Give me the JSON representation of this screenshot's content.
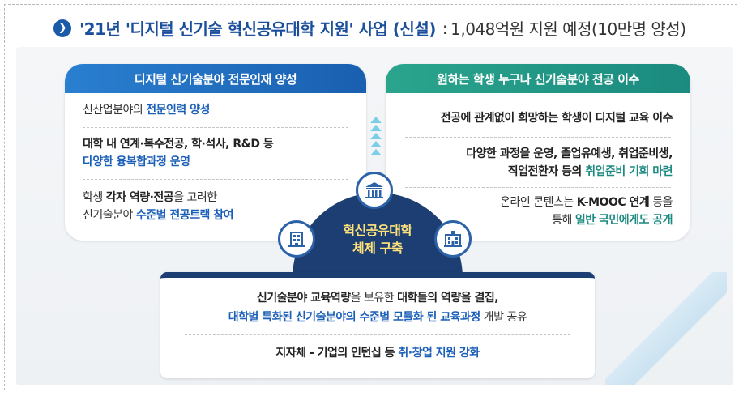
{
  "headline": {
    "bullet_glyph": "❯",
    "title": "'21년 '디지털 신기술 혁신공유대학 지원' 사업 (신설)",
    "separator": ":",
    "subtitle": "1,048억원 지원 예정(10만명 양성)"
  },
  "left_card": {
    "header": "디지털 신기술분야 전문인재 양성",
    "items": [
      {
        "line1_a": "신산업분야의 ",
        "line1_b": "전문인력 양성"
      },
      {
        "line1": "대학 내 연계·복수전공, 학·석사, R&D 등",
        "line2": "다양한 융복합과정 운영"
      },
      {
        "line1_a": "학생 ",
        "line1_b": "각자 역량·전공",
        "line1_c": "을 고려한",
        "line2_a": "신기술분야 ",
        "line2_b": "수준별 전공트랙 참여"
      }
    ]
  },
  "right_card": {
    "header": "원하는 학생 누구나 신기술분야 전공 이수",
    "items": [
      {
        "line1": "전공에 관계없이 희망하는 학생이 디지털 교육 이수"
      },
      {
        "line1": "다양한 과정을 운영, 졸업유예생, 취업준비생,",
        "line2_a": "직업전환자 등의 ",
        "line2_b": "취업준비 기회 마련"
      },
      {
        "line1_a": "온라인 콘텐츠는 ",
        "line1_b": "K-MOOC 연계",
        "line1_c": " 등을",
        "line2_a": "통해 ",
        "line2_b": "일반 국민에게도 공개"
      }
    ]
  },
  "hub": {
    "line1": "혁신공유대학",
    "line2": "체제 구축"
  },
  "bottom_card": {
    "row1_a": "신기술분야 교육역량",
    "row1_b": "을 보유한 ",
    "row1_c": "대학들의 역량을 결집,",
    "row2_a": "대학별 특화된 신기술분야의 수준별 모듈화 된 교육과정",
    "row2_b": " 개발 공유",
    "row3_a": "지자체 - 기업의 인턴십 등 ",
    "row3_b": "취·창업 지원 강화"
  },
  "colors": {
    "left_header": "#1a5fb0",
    "right_header": "#1b8a80",
    "hub": "#1d3e73",
    "hub_text": "#ffe37a",
    "highlight_blue": "#1b5fb8",
    "highlight_teal": "#1b8a80"
  },
  "icons": [
    "chevron-right-icon",
    "university-building-icon",
    "office-building-icon",
    "campus-building-icon",
    "up-arrow-icon"
  ]
}
